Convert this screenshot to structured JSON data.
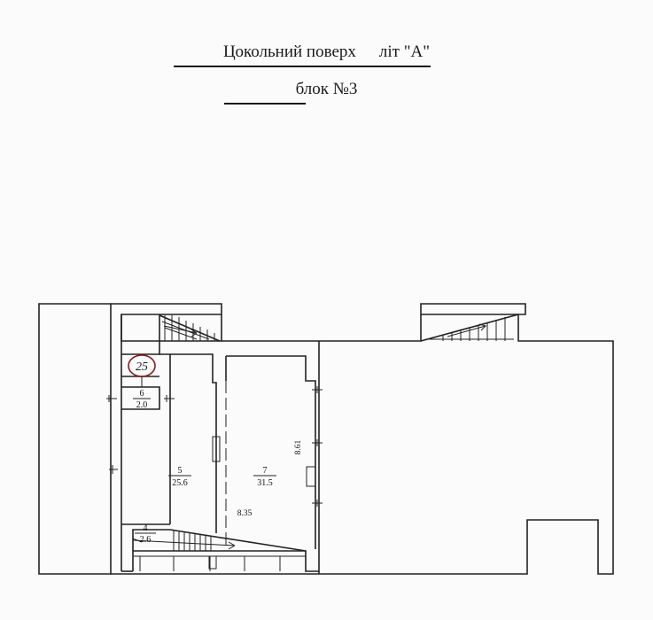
{
  "header": {
    "floor_title": "Цокольний поверх",
    "letter_label": "літ \"А\"",
    "block_label": "блок №3"
  },
  "rooms": [
    {
      "id": "room-4",
      "number": "4",
      "area": "2.6"
    },
    {
      "id": "room-5",
      "number": "5",
      "area": "25.6"
    },
    {
      "id": "room-6",
      "number": "6",
      "area": "2.0"
    },
    {
      "id": "room-7",
      "number": "7",
      "area": "31.5"
    }
  ],
  "dimensions": {
    "width": "8.35",
    "height": "8.61"
  },
  "marker": {
    "circled_number": "25",
    "color": "#8b1a1a"
  },
  "colors": {
    "line": "#222222",
    "background": "#fbfbfb"
  }
}
